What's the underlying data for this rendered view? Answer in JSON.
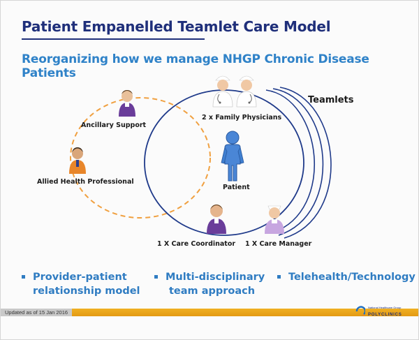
{
  "slide": {
    "title": "Patient Empanelled Teamlet Care Model",
    "subtitle": "Reorganizing how we manage NHGP Chronic Disease Patients"
  },
  "diagram": {
    "labels": {
      "ancillary_support": "Ancillary Support",
      "allied_health": "Allied Health Professional",
      "family_physicians": "2 x Family Physicians",
      "teamlets": "Teamlets",
      "patient": "Patient",
      "care_coordinator": "1 X Care Coordinator",
      "care_manager": "1 X Care Manager"
    },
    "colors": {
      "ring": "#1f3a8a",
      "dashed_ring": "#f0a040",
      "person_purple": "#6a3d9a",
      "person_orange": "#e8862a",
      "patient_blue": "#3f7fd0"
    }
  },
  "bullets": [
    {
      "line1": "Provider-patient",
      "line2": "relationship model"
    },
    {
      "line1": "Multi-disciplinary",
      "line2": "team approach"
    },
    {
      "line1": "Telehealth/Technology",
      "line2": ""
    }
  ],
  "footer": {
    "updated": "Updated as of 15 Jan 2016",
    "logo_line1": "National Healthcare Group",
    "logo_line2": "POLYCLINICS"
  }
}
